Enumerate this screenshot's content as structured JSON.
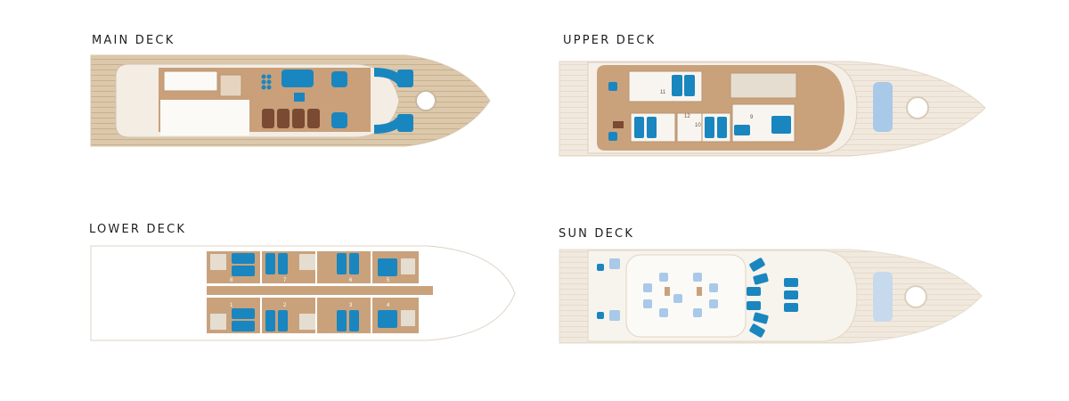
{
  "decks": {
    "main": {
      "title": "MAIN DECK"
    },
    "upper": {
      "title": "UPPER DECK"
    },
    "lower": {
      "title": "LOWER DECK"
    },
    "sun": {
      "title": "SUN DECK"
    }
  },
  "cabins": {
    "upper": [
      "11",
      "12",
      "10",
      "9"
    ],
    "lower": [
      "8",
      "7",
      "6",
      "5",
      "1",
      "2",
      "3",
      "4"
    ]
  },
  "colors": {
    "hull": "#ede9e2",
    "deck_outline": "#d9cfc1",
    "teak": "#d9c4a7",
    "interior": "#c9a27c",
    "white_rooms": "#fbfaf7",
    "furniture_blue": "#1a86bf",
    "sun_blue": "#a8c9e8"
  }
}
